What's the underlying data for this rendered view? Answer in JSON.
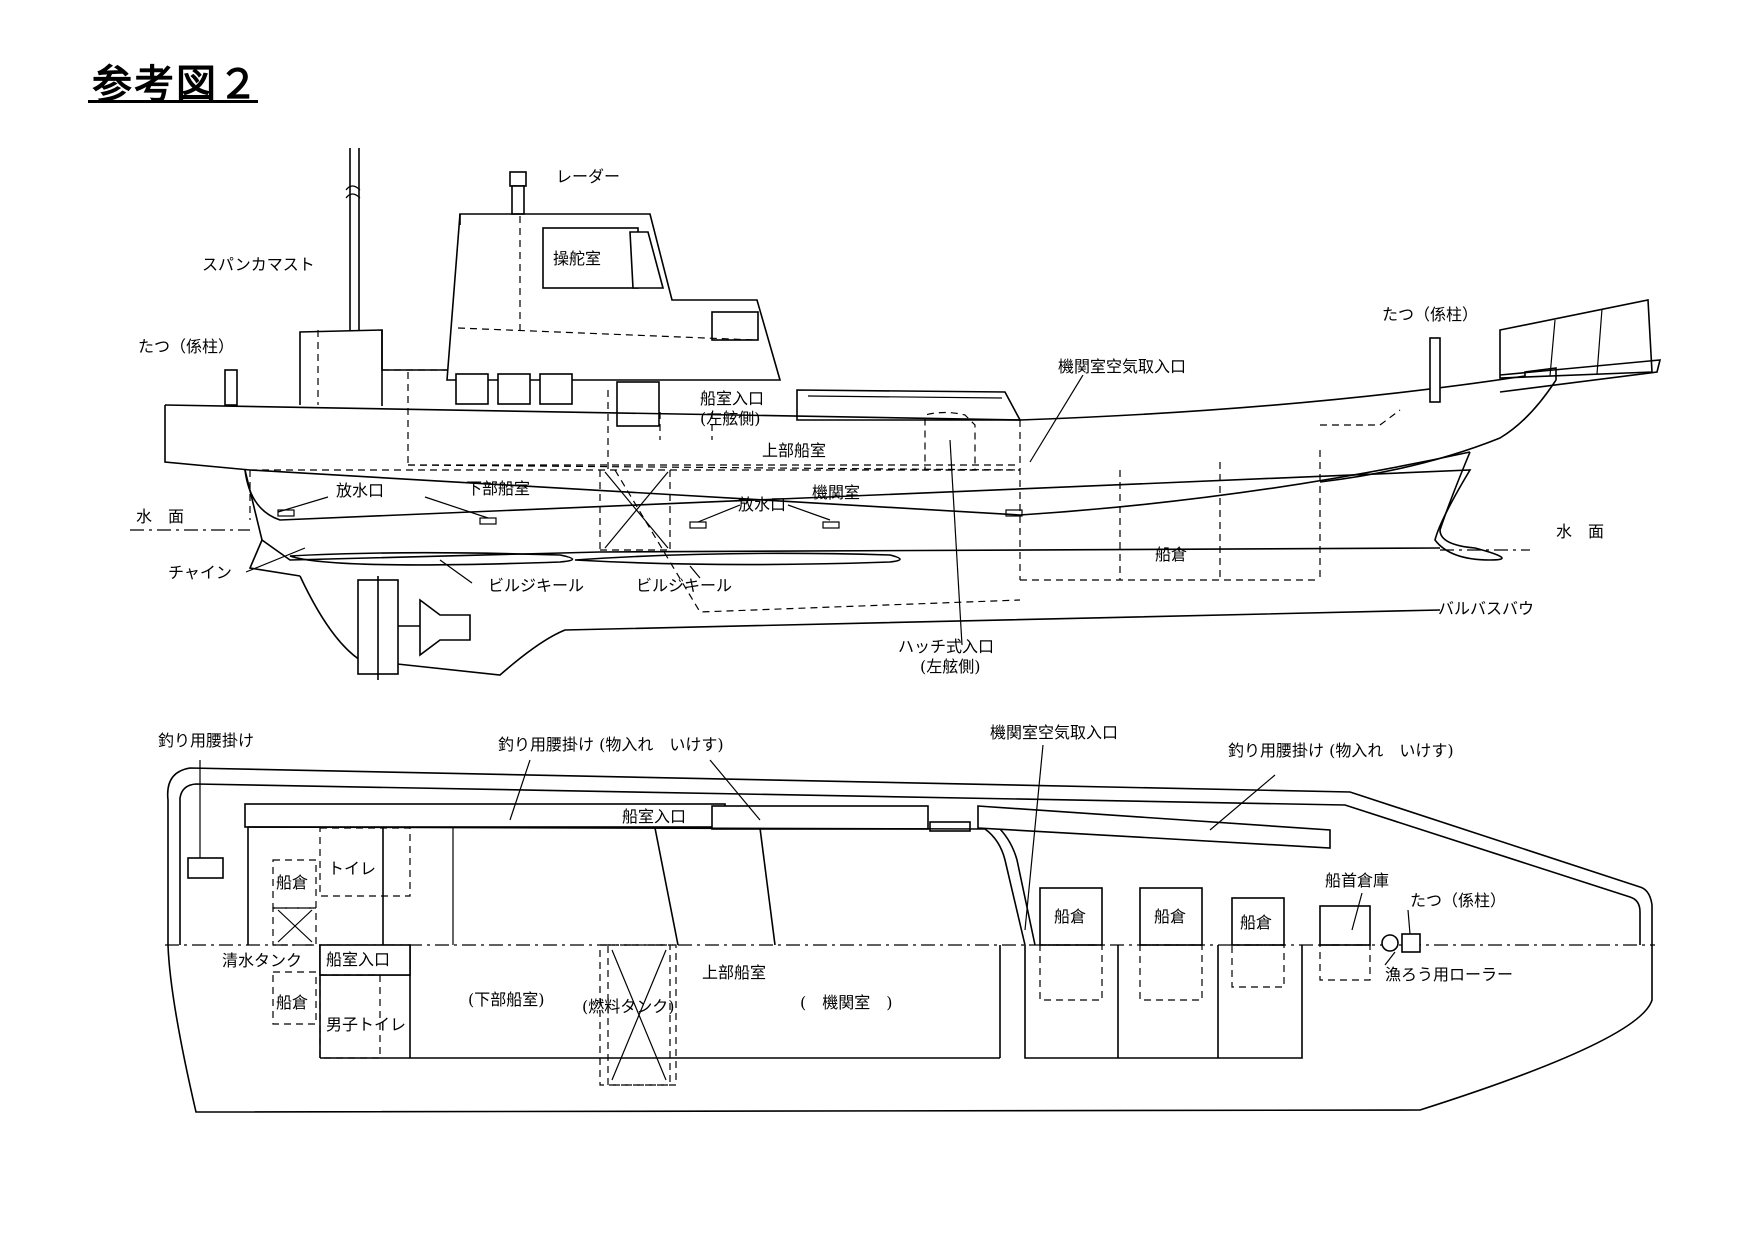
{
  "title": "参考図２",
  "side_view": {
    "radar": "レーダー",
    "wheelhouse": "操舵室",
    "spanker_mast": "スパンカマスト",
    "bollard_stern": "たつ（係柱）",
    "bollard_bow": "たつ（係柱）",
    "engine_air_intake": "機関室空気取入口",
    "cabin_entrance": "船室入口",
    "cabin_entrance_side": "(左舷側)",
    "upper_cabin": "上部船室",
    "lower_cabin": "下部船室",
    "freeing_port_1": "放水口",
    "freeing_port_2": "放水口",
    "engine_room": "機関室",
    "waterline_left": "水　面",
    "waterline_right": "水　面",
    "fish_hold": "船倉",
    "chine": "チャイン",
    "bilge_keel_1": "ビルジキール",
    "bilge_keel_2": "ビルジキール",
    "bulbous_bow": "バルバスバウ",
    "hatch_entrance": "ハッチ式入口",
    "hatch_entrance_side": "(左舷側)"
  },
  "plan_view": {
    "fishing_seat": "釣り用腰掛け",
    "fishing_seat_storage_left": "釣り用腰掛け (物入れ　いけす)",
    "engine_air_intake": "機関室空気取入口",
    "fishing_seat_storage_right": "釣り用腰掛け (物入れ　いけす)",
    "cabin_entrance_top": "船室入口",
    "hold_upper_left": "船倉",
    "toilet": "トイレ",
    "freshwater_tank": "清水タンク",
    "cabin_entrance_mid": "船室入口",
    "hold_lower_left": "船倉",
    "mens_toilet": "男子トイレ",
    "lower_cabin": "(下部船室)",
    "fuel_tank": "(燃料タンク)",
    "upper_cabin": "上部船室",
    "engine_room": "(　機関室　)",
    "hold_1": "船倉",
    "hold_2": "船倉",
    "hold_3": "船倉",
    "bow_storage": "船首倉庫",
    "bollard": "たつ（係柱）",
    "fishing_roller": "漁ろう用ローラー"
  }
}
